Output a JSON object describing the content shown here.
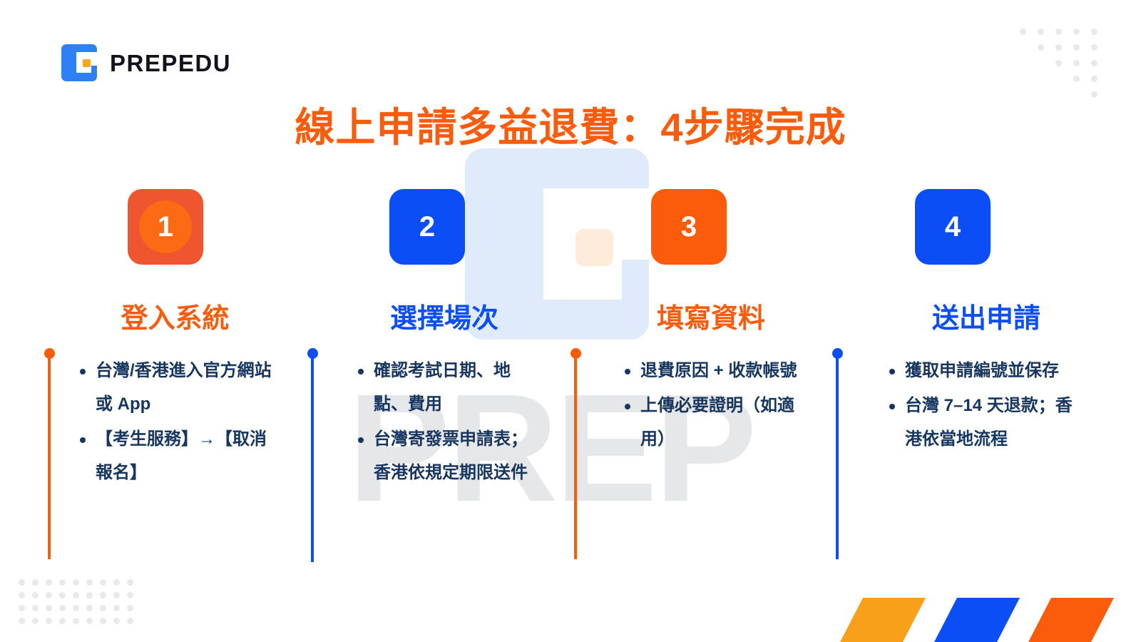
{
  "brand": {
    "logo_icon": "prepedu-logo-icon",
    "name": "PREPEDU",
    "colors": {
      "blue": "#2f80f5",
      "orange": "#fa5c0c",
      "navy": "#16355f",
      "accent_blue": "#0b4ef5"
    }
  },
  "title": "線上申請多益退費：4步驟完成",
  "watermark": {
    "wordmark": "PREP",
    "logo_icon": "prepedu-watermark-logo-icon"
  },
  "steps": [
    {
      "number": "1",
      "title": "登入系統",
      "title_color": "#fa5c0c",
      "badge_color": "#ef5630",
      "badge_circle_color": "#fc6a14",
      "timeline_color": "#fa5c0c",
      "bullets": [
        "台灣/香港進入官方網站或 App",
        "【考生服務】→【取消報名】"
      ]
    },
    {
      "number": "2",
      "title": "選擇場次",
      "title_color": "#0b4ef5",
      "badge_color": "#0b4ef5",
      "badge_circle_color": "",
      "timeline_color": "#0b4ef5",
      "bullets": [
        "確認考試日期、地點、費用",
        "台灣寄發票申請表；香港依規定期限送件"
      ]
    },
    {
      "number": "3",
      "title": "填寫資料",
      "title_color": "#fa5c0c",
      "badge_color": "#fa5c0c",
      "badge_circle_color": "",
      "timeline_color": "#fa5c0c",
      "bullets": [
        "退費原因 + 收款帳號",
        "上傳必要證明（如適用）"
      ]
    },
    {
      "number": "4",
      "title": "送出申請",
      "title_color": "#0b4ef5",
      "badge_color": "#0b4ef5",
      "badge_circle_color": "",
      "timeline_color": "#0b4ef5",
      "bullets": [
        "獲取申請編號並保存",
        "台灣 7–14 天退款；香港依當地流程"
      ]
    }
  ],
  "decor": {
    "chevron_colors": [
      "#f9a01b",
      "#0b4ef5",
      "#fa5c0c"
    ],
    "dot_color": "#e8e9eb"
  }
}
